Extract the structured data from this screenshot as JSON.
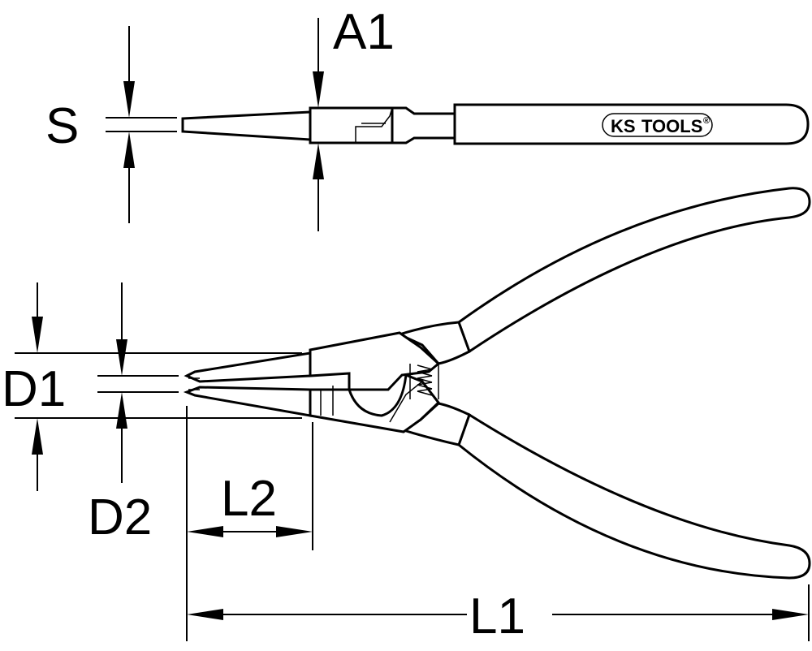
{
  "labels": {
    "s": "S",
    "a1": "A1",
    "d1": "D1",
    "d2": "D2",
    "l1": "L1",
    "l2": "L2"
  },
  "logo": {
    "ks": "KS",
    "tools": "TOOLS",
    "mark": "®"
  }
}
